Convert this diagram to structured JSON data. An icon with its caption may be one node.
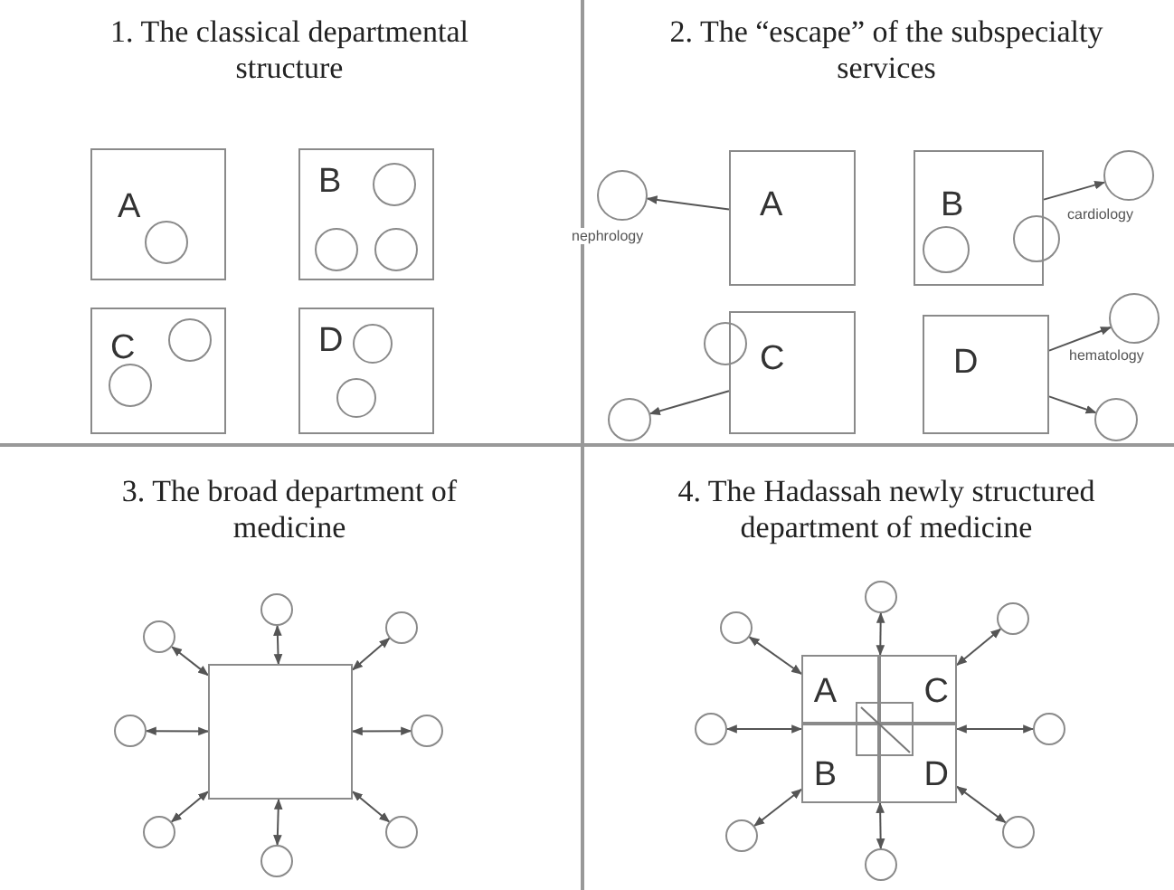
{
  "diagram": {
    "nodes": [
      {
        "text": [
          "A"
        ]
      },
      {
        "text": [],
        "shape": "circle",
        "in": 0
      },
      {
        "text": [
          "B"
        ]
      },
      {
        "text": [],
        "shape": "circle",
        "in": 2
      },
      {
        "text": [],
        "shape": "circle",
        "in": 2
      },
      {
        "text": [],
        "shape": "circle",
        "in": 2
      },
      {
        "text": [
          "C"
        ]
      },
      {
        "text": [],
        "shape": "circle",
        "in": 6
      },
      {
        "text": [],
        "shape": "circle",
        "in": 6
      },
      {
        "text": [
          "D"
        ]
      },
      {
        "text": [],
        "shape": "circle",
        "in": 9
      },
      {
        "text": [],
        "shape": "circle",
        "in": 9
      },
      {
        "text": [
          "A"
        ]
      },
      {
        "text": [],
        "shape": "circle",
        "beside": [
          "nephrology"
        ]
      },
      {
        "text": [
          "B"
        ]
      },
      {
        "text": [],
        "shape": "circle"
      },
      {
        "text": [],
        "shape": "circle",
        "in": 14
      },
      {
        "text": [],
        "shape": "circle",
        "beside": [
          "cardiology"
        ]
      },
      {
        "text": [
          "C"
        ]
      },
      {
        "text": [],
        "shape": "circle"
      },
      {
        "text": [],
        "shape": "circle"
      },
      {
        "text": [
          "D"
        ]
      },
      {
        "text": [],
        "shape": "circle",
        "beside": [
          "hematology"
        ]
      },
      {
        "text": [],
        "shape": "circle"
      },
      {
        "text": [],
        "shape": "box"
      },
      {
        "text": [],
        "shape": "circle"
      },
      {
        "text": [],
        "shape": "circle"
      },
      {
        "text": [],
        "shape": "circle"
      },
      {
        "text": [],
        "shape": "circle"
      },
      {
        "text": [],
        "shape": "circle"
      },
      {
        "text": [],
        "shape": "circle"
      },
      {
        "text": [],
        "shape": "circle"
      },
      {
        "text": [],
        "shape": "circle"
      },
      {
        "text": [],
        "shape": "box"
      },
      {
        "text": [
          "A"
        ],
        "in": 33
      },
      {
        "text": [
          "C"
        ],
        "in": 33
      },
      {
        "text": [],
        "shape": "box",
        "in": 33
      },
      {
        "text": [
          "B"
        ],
        "in": 33
      },
      {
        "text": [
          "D"
        ],
        "in": 33
      },
      {
        "text": [],
        "shape": "circle"
      },
      {
        "text": [],
        "shape": "circle"
      },
      {
        "text": [],
        "shape": "circle"
      },
      {
        "text": [],
        "shape": "circle"
      },
      {
        "text": [],
        "shape": "circle"
      },
      {
        "text": [],
        "shape": "circle"
      },
      {
        "text": [],
        "shape": "circle"
      },
      {
        "text": [],
        "shape": "circle"
      }
    ],
    "edges": [
      {
        "from": 12,
        "to": 13,
        "arrow": "to"
      },
      {
        "from": 14,
        "to": 17,
        "arrow": "to"
      },
      {
        "from": 18,
        "to": 20,
        "arrow": "to"
      },
      {
        "from": 21,
        "to": 22,
        "arrow": "to"
      },
      {
        "from": 21,
        "to": 23,
        "arrow": "to"
      },
      {
        "from": 24,
        "to": 25,
        "arrow": "both"
      },
      {
        "from": 24,
        "to": 26,
        "arrow": "both"
      },
      {
        "from": 24,
        "to": 27,
        "arrow": "both"
      },
      {
        "from": 24,
        "to": 28,
        "arrow": "both"
      },
      {
        "from": 24,
        "to": 29,
        "arrow": "both"
      },
      {
        "from": 24,
        "to": 30,
        "arrow": "both"
      },
      {
        "from": 24,
        "to": 31,
        "arrow": "both"
      },
      {
        "from": 24,
        "to": 32,
        "arrow": "both"
      },
      {
        "from": 33,
        "to": 39,
        "arrow": "both"
      },
      {
        "from": 33,
        "to": 40,
        "arrow": "both"
      },
      {
        "from": 33,
        "to": 41,
        "arrow": "both"
      },
      {
        "from": 33,
        "to": 42,
        "arrow": "both"
      },
      {
        "from": 33,
        "to": 43,
        "arrow": "both"
      },
      {
        "from": 33,
        "to": 44,
        "arrow": "both"
      },
      {
        "from": 33,
        "to": 45,
        "arrow": "both"
      },
      {
        "from": 33,
        "to": 46,
        "arrow": "both"
      }
    ],
    "labels": [
      "1. The classical departmental structure",
      "2. The “escape” of the subspecialty services",
      "3. The broad department of medicine",
      "4. The Hadassah newly structured department of medicine"
    ]
  }
}
